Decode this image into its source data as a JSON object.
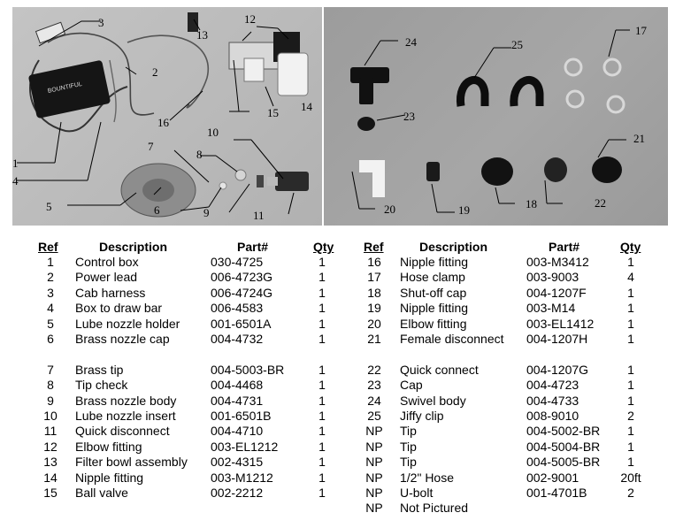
{
  "photos": {
    "left_callouts": [
      "1",
      "2",
      "3",
      "4",
      "5",
      "6",
      "7",
      "8",
      "9",
      "10",
      "11",
      "12",
      "13",
      "14",
      "15",
      "16"
    ],
    "right_callouts": [
      "17",
      "18",
      "19",
      "20",
      "21",
      "22",
      "23",
      "24",
      "25"
    ],
    "control_box_label": "BOUNTIFUL"
  },
  "table": {
    "headers": {
      "ref": "Ref",
      "description": "Description",
      "part": "Part#",
      "qty": "Qty"
    },
    "left_rows": [
      {
        "ref": "1",
        "description": "Control box",
        "part": "030-4725",
        "qty": "1"
      },
      {
        "ref": "2",
        "description": "Power lead",
        "part": "006-4723G",
        "qty": "1"
      },
      {
        "ref": "3",
        "description": "Cab harness",
        "part": "006-4724G",
        "qty": "1"
      },
      {
        "ref": "4",
        "description": "Box to draw bar",
        "part": "006-4583",
        "qty": "1"
      },
      {
        "ref": "5",
        "description": "Lube nozzle holder",
        "part": "001-6501A",
        "qty": "1"
      },
      {
        "ref": "6",
        "description": "Brass nozzle cap",
        "part": "004-4732",
        "qty": "1"
      },
      {
        "ref": "7",
        "description": "Brass tip",
        "part": "004-5003-BR",
        "qty": "1"
      },
      {
        "ref": "8",
        "description": "Tip check",
        "part": "004-4468",
        "qty": "1"
      },
      {
        "ref": "9",
        "description": "Brass nozzle body",
        "part": "004-4731",
        "qty": "1"
      },
      {
        "ref": "10",
        "description": "Lube nozzle insert",
        "part": "001-6501B",
        "qty": "1"
      },
      {
        "ref": "11",
        "description": "Quick disconnect",
        "part": "004-4710",
        "qty": "1"
      },
      {
        "ref": "12",
        "description": "Elbow fitting",
        "part": "003-EL1212",
        "qty": "1"
      },
      {
        "ref": "13",
        "description": "Filter bowl assembly",
        "part": "002-4315",
        "qty": "1"
      },
      {
        "ref": "14",
        "description": "Nipple fitting",
        "part": "003-M1212",
        "qty": "1"
      },
      {
        "ref": "15",
        "description": "Ball valve",
        "part": "002-2212",
        "qty": "1"
      }
    ],
    "right_rows": [
      {
        "ref": "16",
        "description": "Nipple fitting",
        "part": "003-M3412",
        "qty": "1"
      },
      {
        "ref": "17",
        "description": "Hose clamp",
        "part": "003-9003",
        "qty": "4"
      },
      {
        "ref": "18",
        "description": "Shut-off cap",
        "part": "004-1207F",
        "qty": "1"
      },
      {
        "ref": "19",
        "description": "Nipple fitting",
        "part": "003-M14",
        "qty": "1"
      },
      {
        "ref": "20",
        "description": "Elbow fitting",
        "part": "003-EL1412",
        "qty": "1"
      },
      {
        "ref": "21",
        "description": "Female disconnect",
        "part": "004-1207H",
        "qty": "1"
      },
      {
        "ref": "22",
        "description": "Quick connect",
        "part": "004-1207G",
        "qty": "1"
      },
      {
        "ref": "23",
        "description": "Cap",
        "part": "004-4723",
        "qty": "1"
      },
      {
        "ref": "24",
        "description": "Swivel body",
        "part": "004-4733",
        "qty": "1"
      },
      {
        "ref": "25",
        "description": "Jiffy clip",
        "part": "008-9010",
        "qty": "2"
      },
      {
        "ref": "NP",
        "description": "Tip",
        "part": "004-5002-BR",
        "qty": "1"
      },
      {
        "ref": "NP",
        "description": "Tip",
        "part": "004-5004-BR",
        "qty": "1"
      },
      {
        "ref": "NP",
        "description": "Tip",
        "part": "004-5005-BR",
        "qty": "1"
      },
      {
        "ref": "NP",
        "description": "1/2\" Hose",
        "part": "002-9001",
        "qty": "20ft"
      },
      {
        "ref": "NP",
        "description": "U-bolt",
        "part": "001-4701B",
        "qty": "2"
      },
      {
        "ref": "NP",
        "description": "Not Pictured",
        "part": "",
        "qty": ""
      }
    ]
  }
}
